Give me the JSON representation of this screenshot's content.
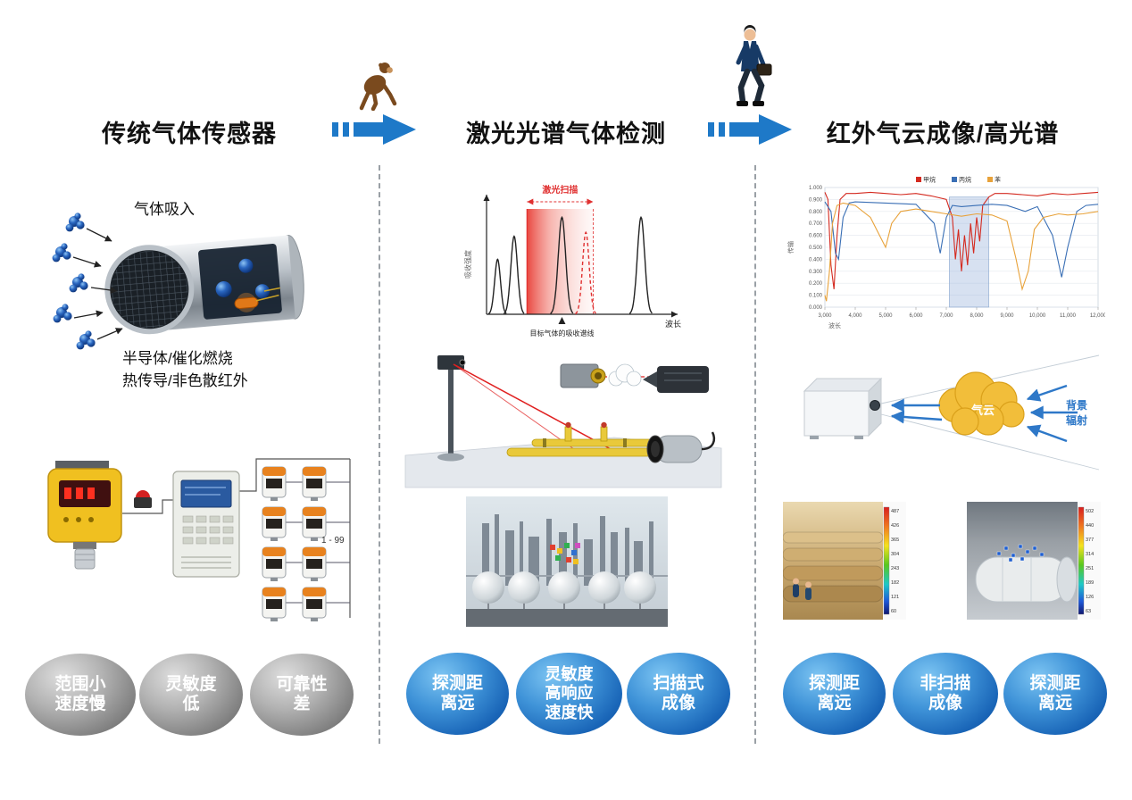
{
  "titles": {
    "col1": "传统气体传感器",
    "col2": "激光光谱气体检测",
    "col3": "红外气云成像/高光谱"
  },
  "col1": {
    "gas_inhale": "气体吸入",
    "tech": "半导体/催化燃烧\n热传导/非色散红外",
    "network_count": "1 - 99",
    "badges": [
      "范围小\n速度慢",
      "灵敏度\n低",
      "可靠性\n差"
    ]
  },
  "col2": {
    "badges": [
      "探测距\n离远",
      "灵敏度\n高响应\n速度快",
      "扫描式\n成像"
    ]
  },
  "col3": {
    "cloud_label": "气云",
    "bg_radiation_label": "背景\n辐射",
    "badges": [
      "探测距\n离远",
      "非扫描\n成像",
      "探测距\n离远"
    ]
  },
  "chart_data": [
    {
      "type": "line",
      "title": "激光扫描",
      "xlabel": "波长",
      "ylabel": "吸收强度",
      "annotation": "目标气体的吸收谱线",
      "marker_x": 0.41,
      "scan_band": {
        "x0": 0.22,
        "x1": 0.58
      },
      "peaks": [
        {
          "x": 0.06,
          "height": 0.55,
          "width": 0.016,
          "style": "solid"
        },
        {
          "x": 0.15,
          "height": 0.78,
          "width": 0.018,
          "style": "solid"
        },
        {
          "x": 0.41,
          "height": 0.97,
          "width": 0.02,
          "style": "solid"
        },
        {
          "x": 0.54,
          "height": 0.82,
          "width": 0.018,
          "style": "dashed-red"
        },
        {
          "x": 0.84,
          "height": 0.97,
          "width": 0.02,
          "style": "solid"
        }
      ]
    },
    {
      "type": "line",
      "xlabel": "波长",
      "ylabel": "传输",
      "xlim": [
        3000,
        12000
      ],
      "ylim": [
        0,
        1
      ],
      "x_ticks": [
        "3,000",
        "4,000",
        "5,000",
        "6,000",
        "7,000",
        "8,000",
        "9,000",
        "10,000",
        "11,000",
        "12,000"
      ],
      "y_ticks": [
        "1.000",
        "0.900",
        "0.800",
        "0.700",
        "0.600",
        "0.500",
        "0.400",
        "0.300",
        "0.200",
        "0.100",
        "0.000"
      ],
      "band": [
        7100,
        8400
      ],
      "colors": [
        "#d42a20",
        "#3a6fb5",
        "#e8a23a"
      ],
      "series": [
        {
          "name": "甲烷",
          "points": [
            [
              3000,
              0.96
            ],
            [
              3100,
              0.9
            ],
            [
              3200,
              0.35
            ],
            [
              3300,
              0.15
            ],
            [
              3400,
              0.6
            ],
            [
              3500,
              0.9
            ],
            [
              3700,
              0.95
            ],
            [
              4000,
              0.95
            ],
            [
              4500,
              0.96
            ],
            [
              5000,
              0.95
            ],
            [
              5500,
              0.94
            ],
            [
              6000,
              0.95
            ],
            [
              6500,
              0.93
            ],
            [
              7000,
              0.9
            ],
            [
              7200,
              0.75
            ],
            [
              7300,
              0.4
            ],
            [
              7400,
              0.65
            ],
            [
              7500,
              0.3
            ],
            [
              7600,
              0.6
            ],
            [
              7700,
              0.35
            ],
            [
              7800,
              0.7
            ],
            [
              7900,
              0.45
            ],
            [
              8000,
              0.75
            ],
            [
              8100,
              0.55
            ],
            [
              8200,
              0.85
            ],
            [
              8400,
              0.92
            ],
            [
              8600,
              0.95
            ],
            [
              9000,
              0.95
            ],
            [
              9500,
              0.94
            ],
            [
              10000,
              0.93
            ],
            [
              10500,
              0.95
            ],
            [
              11000,
              0.94
            ],
            [
              11500,
              0.95
            ],
            [
              12000,
              0.96
            ]
          ]
        },
        {
          "name": "丙烷",
          "points": [
            [
              3000,
              0.88
            ],
            [
              3200,
              0.8
            ],
            [
              3350,
              0.45
            ],
            [
              3450,
              0.4
            ],
            [
              3600,
              0.75
            ],
            [
              3800,
              0.87
            ],
            [
              4000,
              0.88
            ],
            [
              5000,
              0.87
            ],
            [
              6000,
              0.86
            ],
            [
              6600,
              0.7
            ],
            [
              6800,
              0.45
            ],
            [
              7000,
              0.75
            ],
            [
              7200,
              0.85
            ],
            [
              7500,
              0.84
            ],
            [
              8000,
              0.85
            ],
            [
              8500,
              0.86
            ],
            [
              9000,
              0.85
            ],
            [
              9600,
              0.8
            ],
            [
              10000,
              0.84
            ],
            [
              10500,
              0.6
            ],
            [
              10800,
              0.25
            ],
            [
              11000,
              0.5
            ],
            [
              11300,
              0.8
            ],
            [
              11600,
              0.85
            ],
            [
              12000,
              0.86
            ]
          ]
        },
        {
          "name": "苯",
          "points": [
            [
              3000,
              0.1
            ],
            [
              3050,
              0.05
            ],
            [
              3150,
              0.3
            ],
            [
              3250,
              0.7
            ],
            [
              3400,
              0.85
            ],
            [
              3600,
              0.87
            ],
            [
              4000,
              0.85
            ],
            [
              4500,
              0.75
            ],
            [
              4800,
              0.6
            ],
            [
              5000,
              0.5
            ],
            [
              5200,
              0.7
            ],
            [
              5500,
              0.8
            ],
            [
              6000,
              0.82
            ],
            [
              6500,
              0.8
            ],
            [
              7000,
              0.78
            ],
            [
              7500,
              0.76
            ],
            [
              8000,
              0.78
            ],
            [
              8500,
              0.77
            ],
            [
              9000,
              0.72
            ],
            [
              9300,
              0.4
            ],
            [
              9500,
              0.15
            ],
            [
              9700,
              0.3
            ],
            [
              9900,
              0.65
            ],
            [
              10200,
              0.75
            ],
            [
              10700,
              0.78
            ],
            [
              11000,
              0.77
            ],
            [
              11500,
              0.78
            ],
            [
              12000,
              0.8
            ]
          ]
        }
      ],
      "legend_position": "top"
    },
    {
      "type": "heatmap",
      "description": "红外热成像气体泄漏画面色标",
      "colorbars": [
        [
          487,
          426,
          365,
          304,
          243,
          182,
          121,
          60
        ],
        [
          502,
          440,
          377,
          314,
          251,
          189,
          126,
          63
        ]
      ]
    }
  ]
}
